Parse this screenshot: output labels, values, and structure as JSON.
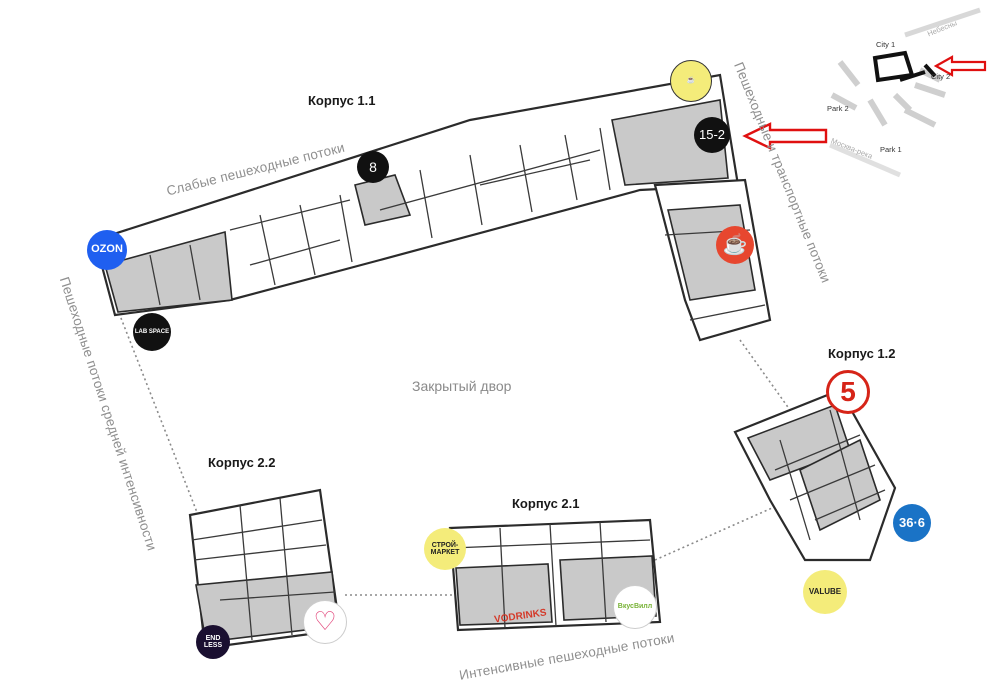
{
  "buildings": {
    "k11": "Корпус 1.1",
    "k12": "Корпус 1.2",
    "k21": "Корпус 2.1",
    "k22": "Корпус 2.2"
  },
  "courtyard": "Закрытый двор",
  "flows": {
    "weak": "Слабые пешеходные потоки",
    "medium": "Пешеходные потоки средней интенсивности",
    "transport": "Пешеходные и транспортные потоки",
    "intense": "Интенсивные пешеходные потоки"
  },
  "markers": {
    "ozon": "OZON",
    "unit8": "8",
    "unit15_2": "15-2",
    "lab_space": "LAB SPACE",
    "stroymarket": "СТРОЙ-МАРКЕТ",
    "vodrinks": "VODRINKS",
    "endless": "END LESS",
    "pyaterochka": "5",
    "apteka": "36·6",
    "valube": "VALUBE",
    "vkusvill": "ВкусВилл"
  },
  "colors": {
    "ozon": "#1f5ff0",
    "unit_dark": "#111111",
    "cafe": "#e7472f",
    "pyaterochka": "#d62418",
    "apteka": "#1a73c6",
    "yellow_badge": "#f4ec7a",
    "arrow": "#e01010"
  },
  "minimap": {
    "city1": "City 1",
    "city2": "City 2",
    "park1": "Park 1",
    "park2": "Park 2",
    "street_top": "Небесны",
    "river": "Москва-река"
  }
}
